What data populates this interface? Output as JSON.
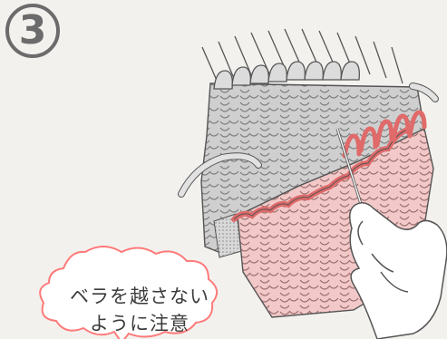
{
  "step": {
    "number": "3"
  },
  "callout": {
    "line1": "ベラを越さない",
    "line2": "ように注意"
  },
  "colors": {
    "background": "#f3f1ee",
    "knit_upper": "#cfcfcf",
    "knit_lower": "#f2c9c8",
    "yarn_red": "#e06a6a",
    "outline": "#555555",
    "callout_border": "#ff7a7a"
  },
  "icons": [
    "step-circle-icon",
    "knitting-needles-icon",
    "hand-icon",
    "latch-hook-tool-icon",
    "speech-bubble-icon"
  ]
}
